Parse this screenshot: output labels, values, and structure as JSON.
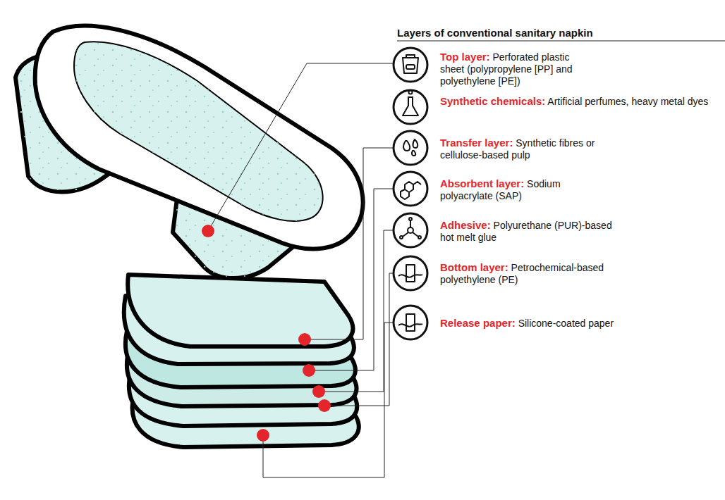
{
  "diagram": {
    "title": "Layers of conventional sanitary napkin",
    "labels": [
      "Top layer:",
      "Perforated plastic sheet (polypropylene [PP] and polyethylene [PE])",
      "Synthetic chemicals:",
      "Artificial perfumes, heavy metal dyes",
      "Transfer layer:",
      "Synthetic fibres or cellulose-based pulp",
      "Absorbent layer:",
      "Sodium polyacrylate (SAP)",
      "Adhesive:",
      "Polyurethane (PUR)-based hot melt glue",
      "Bottom layer:",
      "Petrochemical-based polyethylene (PE)",
      "Release paper:",
      "Silicone-coated paper"
    ]
  }
}
